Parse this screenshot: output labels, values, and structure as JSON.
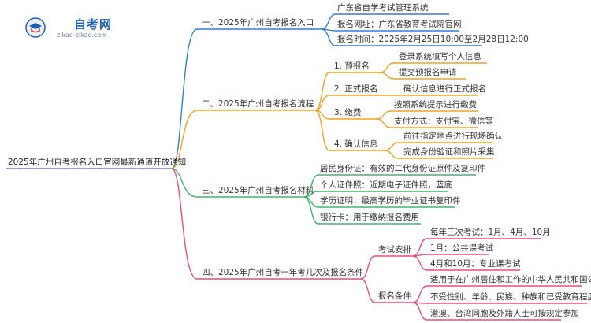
{
  "logo": {
    "title": "自考网",
    "url": "zikao-zikao.com"
  },
  "colors": {
    "blue": "#2f7fd7",
    "orange": "#f4a21b",
    "green": "#3db86a",
    "pink": "#ee4a7a",
    "purple": "#7b4fd0"
  },
  "mindmap": {
    "root": "2025年广州自考报名入口官网最新通道开放通知",
    "branches": [
      {
        "label": "一、2025年广州自考报名入口",
        "items": [
          "广东省自学考试管理系统",
          "报名网址：广东省教育考试院官网",
          "报名时间：2025年2月25日10:00至2月28日12:00"
        ]
      },
      {
        "label": "二、2025年广州自考报名流程",
        "steps": [
          {
            "label": "1. 预报名",
            "items": [
              "登录系统填写个人信息",
              "提交预报名申请"
            ]
          },
          {
            "label": "2. 正式报名",
            "items": [
              "确认信息进行正式报名"
            ]
          },
          {
            "label": "3. 缴费",
            "items": [
              "按照系统提示进行缴费",
              "支付方式：支付宝、微信等"
            ]
          },
          {
            "label": "4. 确认信息",
            "items": [
              "前往指定地点进行现场确认",
              "完成身份验证和照片采集"
            ]
          }
        ]
      },
      {
        "label": "三、2025年广州自考报名材料",
        "items": [
          "居民身份证：有效的二代身份证原件及复印件",
          "个人证件照：近期电子证件照，蓝底",
          "学历证明：最高学历的毕业证书复印件",
          "银行卡：用于缴纳报名费用"
        ]
      },
      {
        "label": "四、2025年广州自考一年考几次及报名条件",
        "groups": [
          {
            "label": "考试安排",
            "items": [
              "每年三次考试：1月、4月、10月",
              "1月：公共课考试",
              "4月和10月：专业课考试"
            ]
          },
          {
            "label": "报名条件",
            "items": [
              "适用于在广州居住和工作的中华人民共和国公民",
              "不受性别、年龄、民族、种族和已受教育程度限制",
              "港澳、台湾同胞及外籍人士可按规定参加"
            ]
          }
        ]
      }
    ]
  }
}
